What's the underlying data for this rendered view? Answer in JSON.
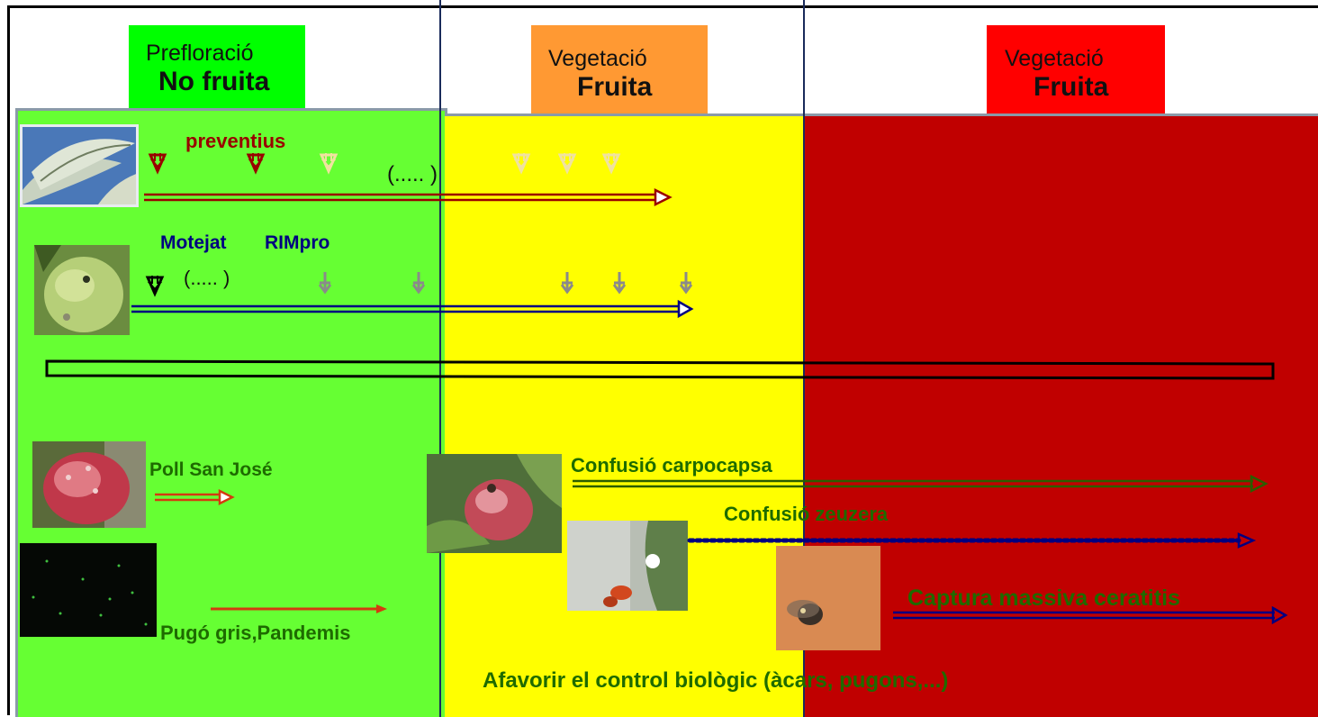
{
  "colors": {
    "prefloracio_band": "#66ff33",
    "vegetacio1_band": "#ffff00",
    "vegetacio2_band": "#c00000",
    "header1_bg": "#00ff00",
    "header2_bg": "#ff9933",
    "header3_bg": "#ff0000",
    "dark_red": "#990000",
    "navy": "#000080",
    "green_text": "#1e6b00",
    "orange_arrow": "#d43a10"
  },
  "phases": [
    {
      "line1": "Prefloració",
      "line2": "No fruita"
    },
    {
      "line1": "Vegetació",
      "line2": "Fruita"
    },
    {
      "line1": "Vegetació",
      "line2": "Fruita"
    }
  ],
  "labels": {
    "preventius": "preventius",
    "preventius_ellipsis": "(.....  )",
    "motejat": "Motejat",
    "rimpro": "RIMpro",
    "motejat_ellipsis": "(.....  )",
    "poll": "Poll San José",
    "pugo": "Pugó gris,Pandemis",
    "confusio_carpocapsa": "Confusió    carpocapsa",
    "confusio_zeuzera": "Confusió     zeuzera",
    "captura": "Captura massiva  ceratitis",
    "afavorir": "Afavorir el control biològic (àcars, pugons,...)"
  },
  "photos": [
    {
      "icon": "leaf-icon"
    },
    {
      "icon": "green-apple-icon"
    },
    {
      "icon": "red-apple-icon"
    },
    {
      "icon": "dark-field-icon"
    },
    {
      "icon": "damaged-apple-icon"
    },
    {
      "icon": "branch-insect-icon"
    },
    {
      "icon": "fly-icon"
    }
  ]
}
